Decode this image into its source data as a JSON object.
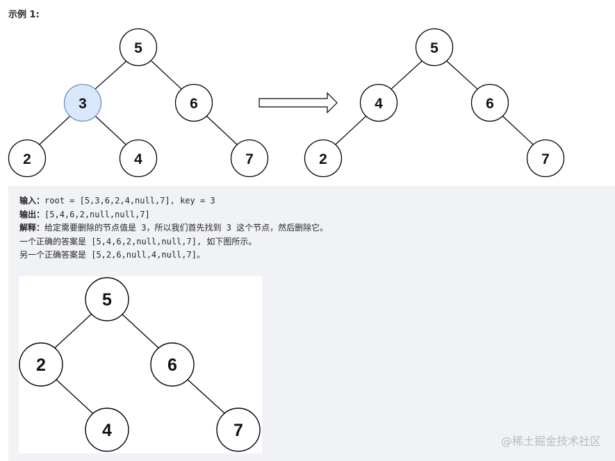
{
  "example_title": "示例 1:",
  "code_block": {
    "line1": {
      "label": "输入：",
      "text": "root = [5,3,6,2,4,null,7], key = 3"
    },
    "line2": {
      "label": "输出：",
      "text": "[5,4,6,2,null,null,7]"
    },
    "line3": {
      "label": "解释：",
      "text": "给定需要删除的节点值是 3，所以我们首先找到 3 这个节点，然后删除它。"
    },
    "line4": {
      "text": "一个正确的答案是 [5,4,6,2,null,null,7], 如下图所示。"
    },
    "line5": {
      "text": "另一个正确答案是 [5,2,6,null,4,null,7]。"
    }
  },
  "trees": {
    "original": {
      "root": "5",
      "left": "3",
      "right": "6",
      "left_left": "2",
      "left_right": "4",
      "right_right": "7",
      "highlight": "3"
    },
    "result": {
      "root": "5",
      "left": "4",
      "right": "6",
      "left_left": "2",
      "right_right": "7"
    },
    "alternative": {
      "root": "5",
      "left": "2",
      "right": "6",
      "left_right": "4",
      "right_right": "7"
    }
  },
  "colors": {
    "highlight_fill": "#dae8fc",
    "highlight_stroke": "#6c8ebf",
    "code_bg": "#f0f2f5"
  },
  "watermark": "@稀土掘金技术社区"
}
